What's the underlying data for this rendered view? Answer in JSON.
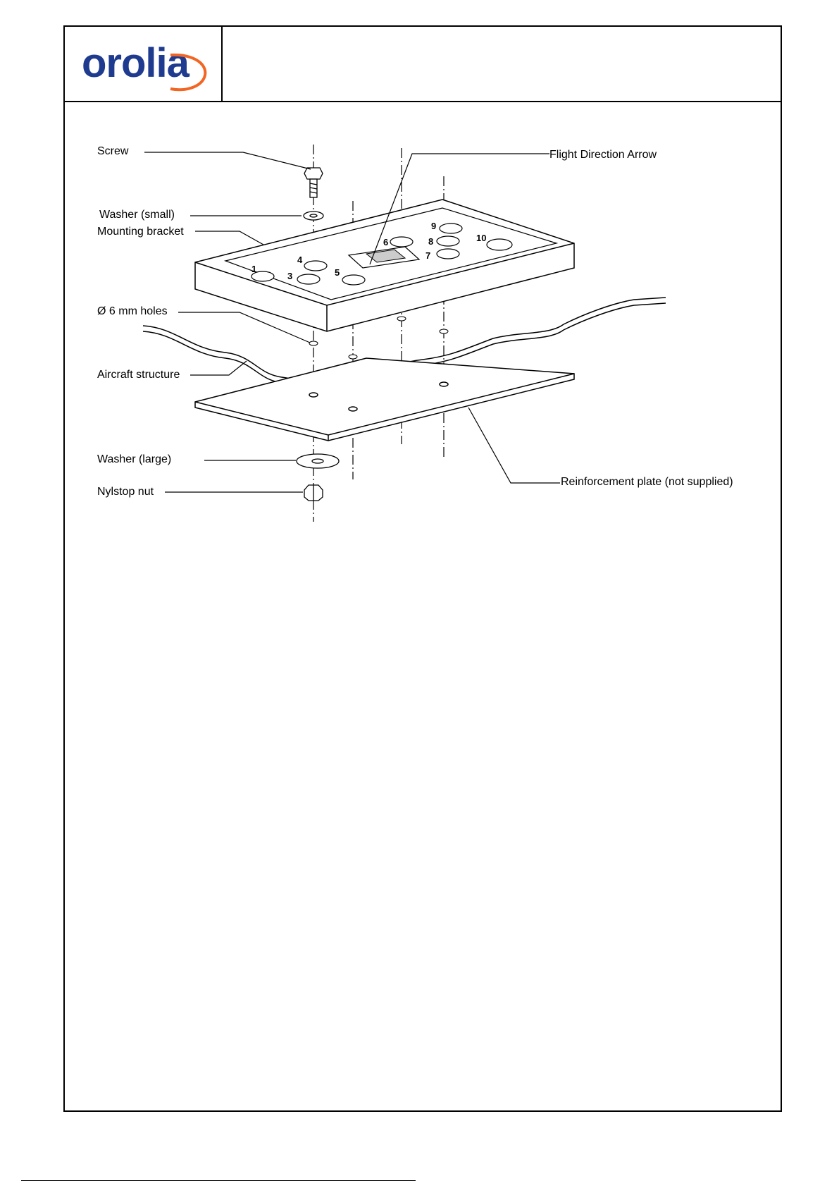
{
  "header": {
    "logo_text": "orolia",
    "logo_colors": {
      "primary": "#1f3b8f",
      "accent": "#f26522"
    }
  },
  "diagram": {
    "labels": {
      "screw": "Screw",
      "flight_direction_arrow": "Flight Direction Arrow",
      "washer_small": "Washer (small)",
      "mounting_bracket": "Mounting bracket",
      "holes": "Ø 6 mm holes",
      "aircraft_structure": "Aircraft structure",
      "washer_large": "Washer (large)",
      "nylstop_nut": "Nylstop nut",
      "reinforcement_plate": "Reinforcement plate (not supplied)"
    },
    "hole_numbers": [
      "1",
      "3",
      "4",
      "5",
      "6",
      "7",
      "8",
      "9",
      "10"
    ]
  }
}
